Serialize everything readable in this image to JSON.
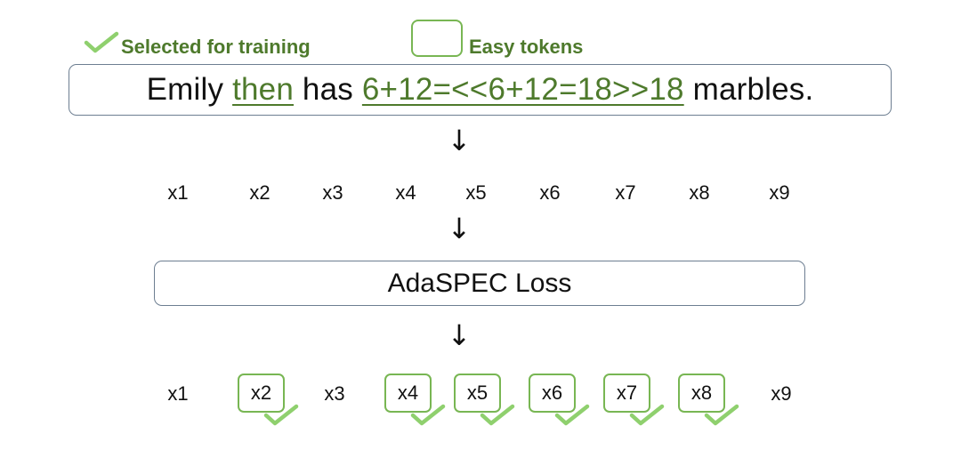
{
  "colors": {
    "selected_text": "#4e7a2c",
    "check_mark": "#8fd06e",
    "box_border_green": "#78b653",
    "box_border_gray": "#6d7e91"
  },
  "legend": {
    "selected_label": "Selected for training",
    "selected_icon": "check-mark-icon",
    "easy_label": "Easy tokens",
    "easy_icon": "green-box-icon"
  },
  "sentence": {
    "part1": "Emily ",
    "selected1": "then",
    "part2": " has ",
    "selected2": "6+12=<<6+12=18>>18",
    "part3": " marbles."
  },
  "arrows": {
    "glyph": "↓"
  },
  "tokens_input": [
    "x1",
    "x2",
    "x3",
    "x4",
    "x5",
    "x6",
    "x7",
    "x8",
    "x9"
  ],
  "loss": {
    "label": "AdaSPEC Loss"
  },
  "tokens_output": [
    {
      "label": "x1",
      "selected": false
    },
    {
      "label": "x2",
      "selected": true
    },
    {
      "label": "x3",
      "selected": false
    },
    {
      "label": "x4",
      "selected": true
    },
    {
      "label": "x5",
      "selected": true
    },
    {
      "label": "x6",
      "selected": true
    },
    {
      "label": "x7",
      "selected": true
    },
    {
      "label": "x8",
      "selected": true
    },
    {
      "label": "x9",
      "selected": false
    }
  ]
}
